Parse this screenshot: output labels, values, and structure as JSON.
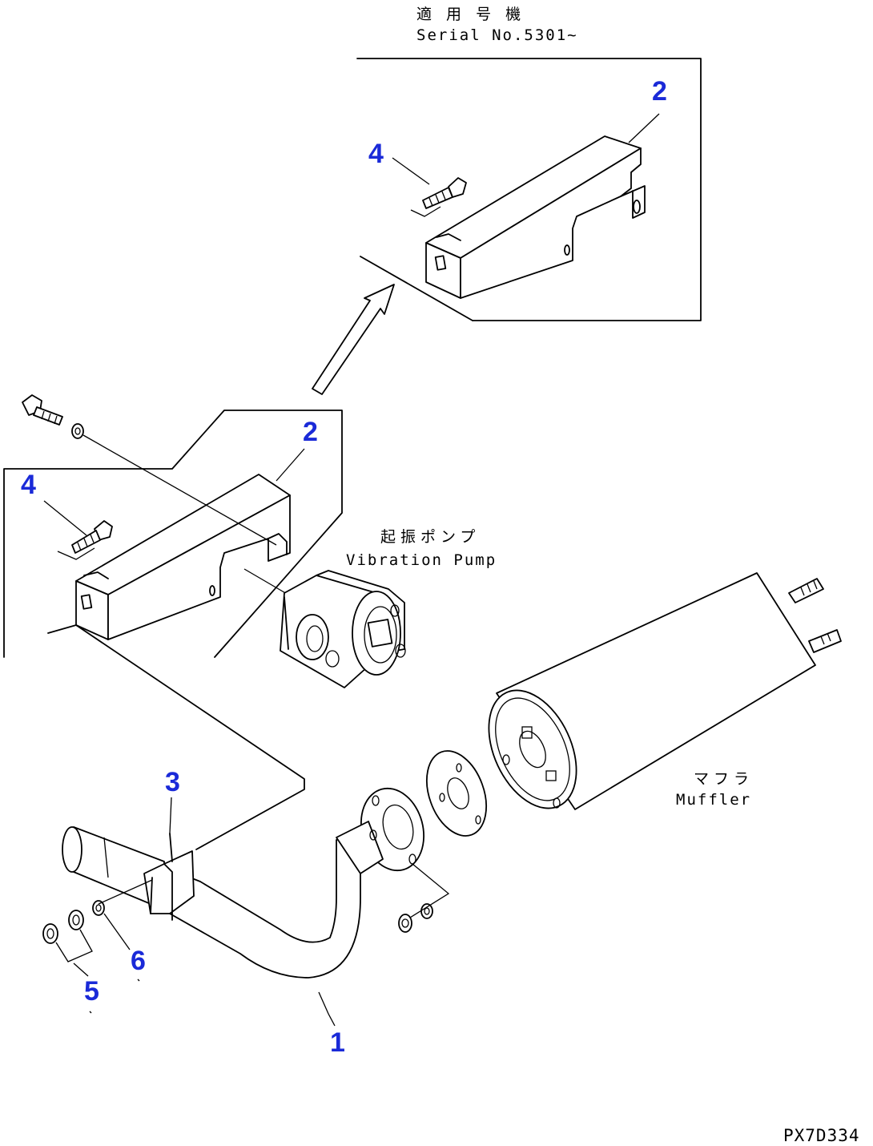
{
  "header": {
    "applicable_serial_jp": "適 用 号 機",
    "applicable_serial_en": "Serial No.5301~"
  },
  "labels": {
    "vibration_pump_jp": "起振ポンプ",
    "vibration_pump_en": "Vibration Pump",
    "muffler_jp": "マフラ",
    "muffler_en": "Muffler"
  },
  "callouts": {
    "part_1": "1",
    "part_2_upper": "2",
    "part_2_lower": "2",
    "part_3": "3",
    "part_4_upper": "4",
    "part_4_lower": "4",
    "part_5": "5",
    "part_6": "6"
  },
  "footer": {
    "drawing_code": "PX7D334"
  },
  "colors": {
    "callout": "#1a2ad8",
    "line": "#000000",
    "background": "#ffffff"
  }
}
